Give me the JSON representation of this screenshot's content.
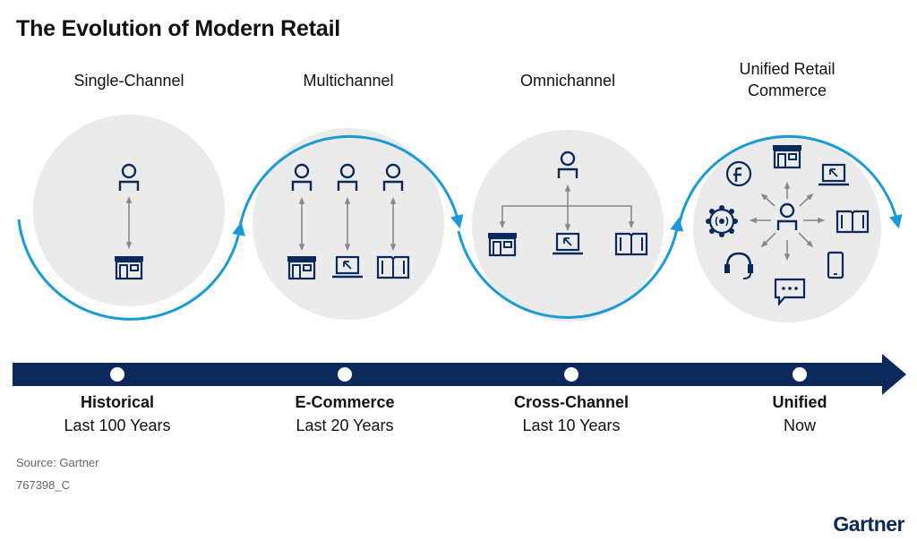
{
  "title": "The Evolution of Modern Retail",
  "stages": [
    {
      "label": "Single-Channel"
    },
    {
      "label": "Multichannel"
    },
    {
      "label": "Omnichannel"
    },
    {
      "label": "Unified Retail Commerce"
    }
  ],
  "timeline": [
    {
      "name": "Historical",
      "span": "Last 100 Years"
    },
    {
      "name": "E-Commerce",
      "span": "Last 20 Years"
    },
    {
      "name": "Cross-Channel",
      "span": "Last 10 Years"
    },
    {
      "name": "Unified",
      "span": "Now"
    }
  ],
  "icons": {
    "unified": [
      "facebook-icon",
      "store-icon",
      "laptop-icon",
      "book-icon",
      "smartphone-icon",
      "chat-icon",
      "headset-icon",
      "iot-hub-icon"
    ]
  },
  "colors": {
    "navy": "#0b2a5b",
    "circle_fill": "#ebebeb",
    "accent_blue": "#1a9bd7",
    "arrow_gray": "#888888"
  },
  "footer": {
    "source": "Source: Gartner",
    "code": "767398_C",
    "brand": "Gartner"
  }
}
